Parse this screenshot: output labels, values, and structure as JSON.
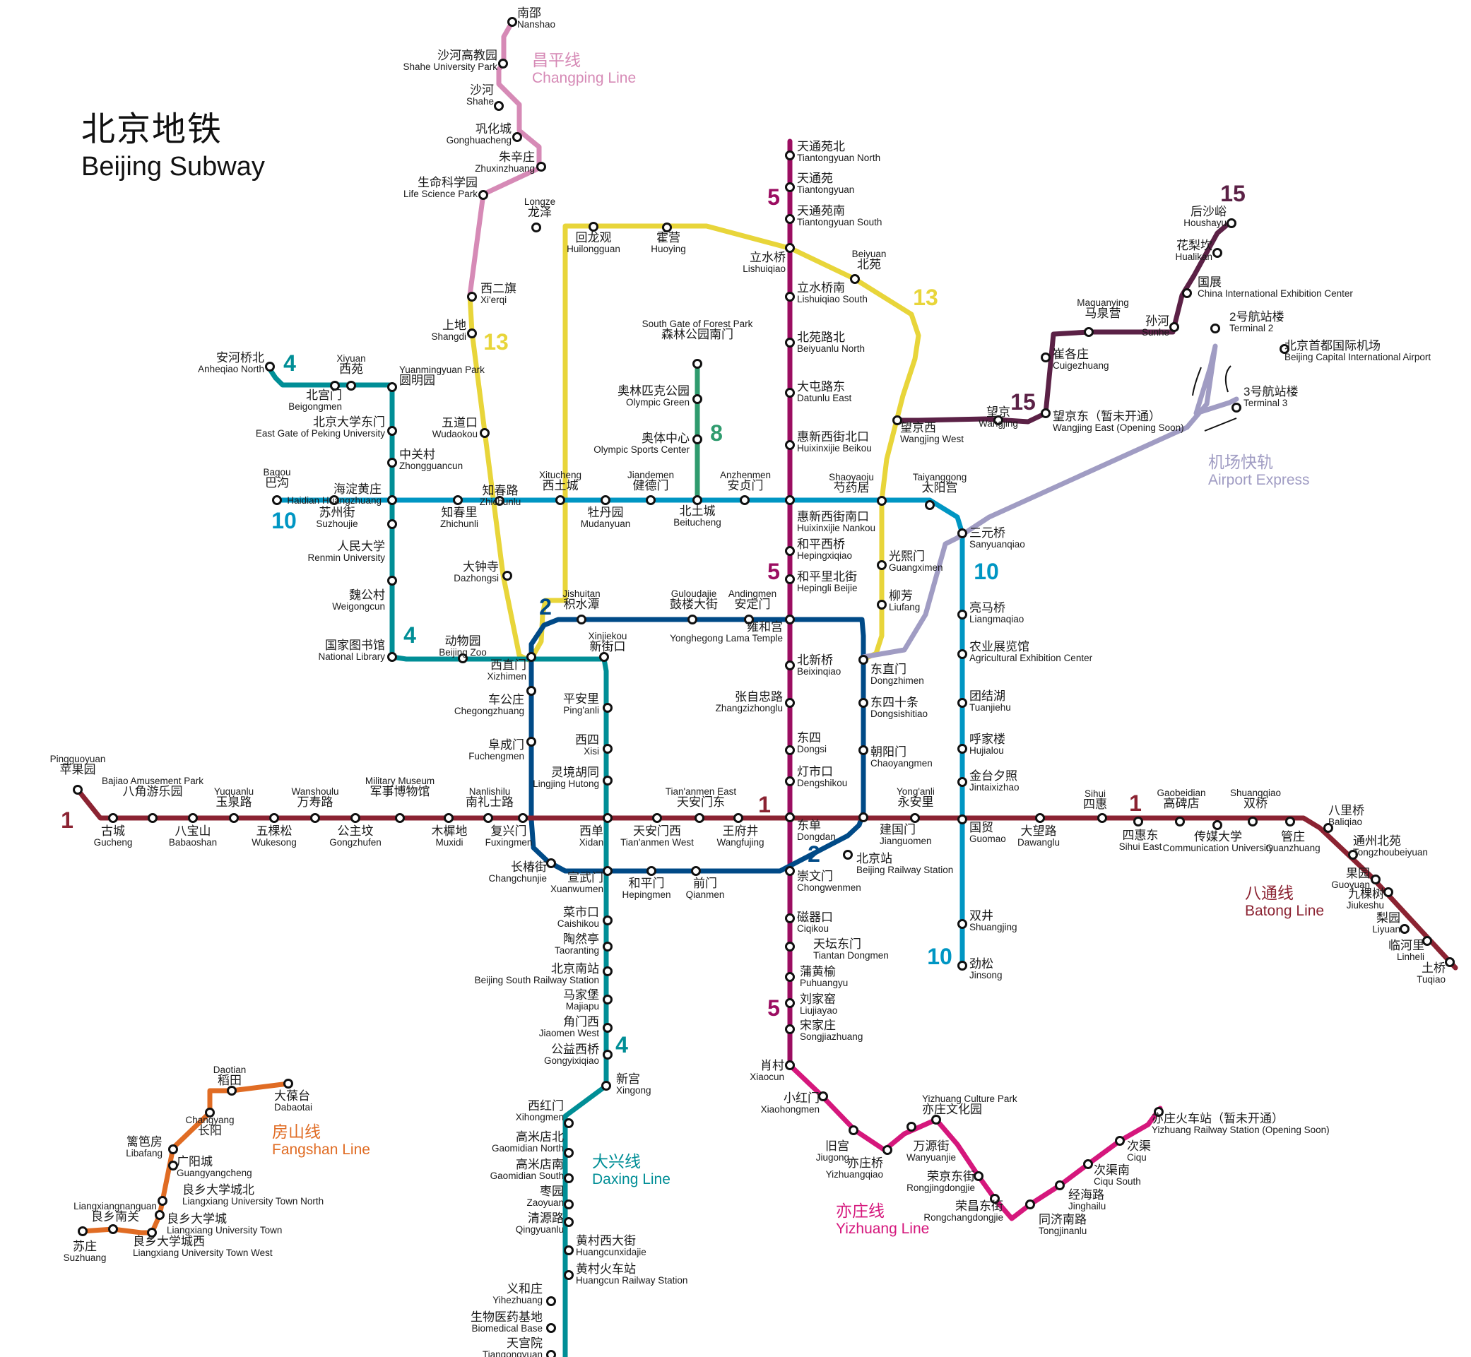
{
  "title": {
    "cn": "北京地铁",
    "en": "Beijing Subway"
  },
  "lines": [
    {
      "id": "line-1",
      "color": "#8b2332",
      "num": "1",
      "cn": "",
      "en": ""
    },
    {
      "id": "line-2",
      "color": "#004a87",
      "num": "2",
      "cn": "",
      "en": ""
    },
    {
      "id": "line-4",
      "color": "#008e96",
      "num": "4",
      "cn": "",
      "en": ""
    },
    {
      "id": "line-5",
      "color": "#9b0d61",
      "num": "5",
      "cn": "",
      "en": ""
    },
    {
      "id": "line-8",
      "color": "#2f9b6e",
      "num": "8",
      "cn": "",
      "en": ""
    },
    {
      "id": "line-10",
      "color": "#0096c3",
      "num": "10",
      "cn": "",
      "en": ""
    },
    {
      "id": "line-13",
      "color": "#e8d53a",
      "num": "13",
      "cn": "",
      "en": ""
    },
    {
      "id": "line-15",
      "color": "#5b2146",
      "num": "15",
      "cn": "",
      "en": ""
    },
    {
      "id": "changping",
      "color": "#d68ab6",
      "num": "",
      "cn": "昌平线",
      "en": "Changping Line"
    },
    {
      "id": "batong",
      "color": "#8b2332",
      "num": "",
      "cn": "八通线",
      "en": "Batong Line"
    },
    {
      "id": "daxing",
      "color": "#008e96",
      "num": "",
      "cn": "大兴线",
      "en": "Daxing Line"
    },
    {
      "id": "yizhuang",
      "color": "#d5177c",
      "num": "",
      "cn": "亦庄线",
      "en": "Yizhuang Line"
    },
    {
      "id": "fangshan",
      "color": "#e06c24",
      "num": "",
      "cn": "房山线",
      "en": "Fangshan Line"
    },
    {
      "id": "airport",
      "color": "#a09cc3",
      "num": "",
      "cn": "机场快轨",
      "en": "Airport Express"
    }
  ],
  "stations": [
    {
      "cn": "南邵",
      "en": "Nanshao"
    },
    {
      "cn": "沙河高教园",
      "en": "Shahe University Park"
    },
    {
      "cn": "沙河",
      "en": "Shahe"
    },
    {
      "cn": "巩化城",
      "en": "Gonghuacheng"
    },
    {
      "cn": "朱辛庄",
      "en": "Zhuxinzhuang"
    },
    {
      "cn": "生命科学园",
      "en": "Life Science Park"
    },
    {
      "cn": "龙泽",
      "en": "Longze"
    },
    {
      "cn": "回龙观",
      "en": "Huilongguan"
    },
    {
      "cn": "霍营",
      "en": "Huoying"
    },
    {
      "cn": "立水桥",
      "en": "Lishuiqiao"
    },
    {
      "cn": "北苑",
      "en": "Beiyuan"
    },
    {
      "cn": "天通苑北",
      "en": "Tiantongyuan North"
    },
    {
      "cn": "天通苑",
      "en": "Tiantongyuan"
    },
    {
      "cn": "天通苑南",
      "en": "Tiantongyuan South"
    },
    {
      "cn": "立水桥南",
      "en": "Lishuiqiao South"
    },
    {
      "cn": "北苑路北",
      "en": "Beiyuanlu North"
    },
    {
      "cn": "大屯路东",
      "en": "Datunlu East"
    },
    {
      "cn": "惠新西街北口",
      "en": "Huixinxijie Beikou"
    },
    {
      "cn": "惠新西街南口",
      "en": "Huixinxijie Nankou"
    },
    {
      "cn": "和平西桥",
      "en": "Hepingxiqiao"
    },
    {
      "cn": "和平里北街",
      "en": "Hepingli Beijie"
    },
    {
      "cn": "雍和宫",
      "en": "Yonghegong Lama Temple"
    },
    {
      "cn": "北新桥",
      "en": "Beixinqiao"
    },
    {
      "cn": "张自忠路",
      "en": "Zhangzizhonglu"
    },
    {
      "cn": "东四",
      "en": "Dongsi"
    },
    {
      "cn": "灯市口",
      "en": "Dengshikou"
    },
    {
      "cn": "东单",
      "en": "Dongdan"
    },
    {
      "cn": "崇文门",
      "en": "Chongwenmen"
    },
    {
      "cn": "磁器口",
      "en": "Ciqikou"
    },
    {
      "cn": "天坛东门",
      "en": "Tiantan Dongmen"
    },
    {
      "cn": "蒲黄榆",
      "en": "Puhuangyu"
    },
    {
      "cn": "刘家窑",
      "en": "Liujiayao"
    },
    {
      "cn": "宋家庄",
      "en": "Songjiazhuang"
    },
    {
      "cn": "西二旗",
      "en": "Xi'erqi"
    },
    {
      "cn": "上地",
      "en": "Shangdi"
    },
    {
      "cn": "五道口",
      "en": "Wudaokou"
    },
    {
      "cn": "知春路",
      "en": "Zhichunlu"
    },
    {
      "cn": "大钟寺",
      "en": "Dazhongsi"
    },
    {
      "cn": "西直门",
      "en": "Xizhimen"
    },
    {
      "cn": "望京西",
      "en": "Wangjing West"
    },
    {
      "cn": "芍药居",
      "en": "Shaoyaoju"
    },
    {
      "cn": "光熙门",
      "en": "Guangximen"
    },
    {
      "cn": "柳芳",
      "en": "Liufang"
    },
    {
      "cn": "东直门",
      "en": "Dongzhimen"
    },
    {
      "cn": "森林公园南门",
      "en": "South Gate of Forest Park"
    },
    {
      "cn": "奥林匹克公园",
      "en": "Olympic Green"
    },
    {
      "cn": "奥体中心",
      "en": "Olympic Sports Center"
    },
    {
      "cn": "北土城",
      "en": "Beitucheng"
    },
    {
      "cn": "巴沟",
      "en": "Bagou"
    },
    {
      "cn": "苏州街",
      "en": "Suzhoujie"
    },
    {
      "cn": "海淀黄庄",
      "en": "Haidian Huangzhuang"
    },
    {
      "cn": "知春里",
      "en": "Zhichunli"
    },
    {
      "cn": "西土城",
      "en": "Xitucheng"
    },
    {
      "cn": "牡丹园",
      "en": "Mudanyuan"
    },
    {
      "cn": "健德门",
      "en": "Jiandemen"
    },
    {
      "cn": "安贞门",
      "en": "Anzhenmen"
    },
    {
      "cn": "太阳宫",
      "en": "Taiyanggong"
    },
    {
      "cn": "三元桥",
      "en": "Sanyuanqiao"
    },
    {
      "cn": "亮马桥",
      "en": "Liangmaqiao"
    },
    {
      "cn": "农业展览馆",
      "en": "Agricultural Exhibition Center"
    },
    {
      "cn": "团结湖",
      "en": "Tuanjiehu"
    },
    {
      "cn": "呼家楼",
      "en": "Hujialou"
    },
    {
      "cn": "金台夕照",
      "en": "Jintaixizhao"
    },
    {
      "cn": "国贸",
      "en": "Guomao"
    },
    {
      "cn": "双井",
      "en": "Shuangjing"
    },
    {
      "cn": "劲松",
      "en": "Jinsong"
    },
    {
      "cn": "安河桥北",
      "en": "Anheqiao North"
    },
    {
      "cn": "北宫门",
      "en": "Beigongmen"
    },
    {
      "cn": "西苑",
      "en": "Xiyuan"
    },
    {
      "cn": "圆明园",
      "en": "Yuanmingyuan Park"
    },
    {
      "cn": "北京大学东门",
      "en": "East Gate of Peking University"
    },
    {
      "cn": "中关村",
      "en": "Zhongguancun"
    },
    {
      "cn": "人民大学",
      "en": "Renmin University"
    },
    {
      "cn": "魏公村",
      "en": "Weigongcun"
    },
    {
      "cn": "国家图书馆",
      "en": "National Library"
    },
    {
      "cn": "动物园",
      "en": "Beijing Zoo"
    },
    {
      "cn": "新街口",
      "en": "Xinjiekou"
    },
    {
      "cn": "平安里",
      "en": "Ping'anli"
    },
    {
      "cn": "西四",
      "en": "Xisi"
    },
    {
      "cn": "灵境胡同",
      "en": "Lingjing Hutong"
    },
    {
      "cn": "西单",
      "en": "Xidan"
    },
    {
      "cn": "宣武门",
      "en": "Xuanwumen"
    },
    {
      "cn": "菜市口",
      "en": "Caishikou"
    },
    {
      "cn": "陶然亭",
      "en": "Taoranting"
    },
    {
      "cn": "北京南站",
      "en": "Beijing South Railway Station"
    },
    {
      "cn": "马家堡",
      "en": "Majiapu"
    },
    {
      "cn": "角门西",
      "en": "Jiaomen West"
    },
    {
      "cn": "公益西桥",
      "en": "Gongyixiqiao"
    },
    {
      "cn": "新宫",
      "en": "Xingong"
    },
    {
      "cn": "西红门",
      "en": "Xihongmen"
    },
    {
      "cn": "高米店北",
      "en": "Gaomidian North"
    },
    {
      "cn": "高米店南",
      "en": "Gaomidian South"
    },
    {
      "cn": "枣园",
      "en": "Zaoyuan"
    },
    {
      "cn": "清源路",
      "en": "Qingyuanlu"
    },
    {
      "cn": "黄村西大街",
      "en": "Huangcunxidajie"
    },
    {
      "cn": "黄村火车站",
      "en": "Huangcun Railway Station"
    },
    {
      "cn": "义和庄",
      "en": "Yihezhuang"
    },
    {
      "cn": "生物医药基地",
      "en": "Biomedical Base"
    },
    {
      "cn": "天宫院",
      "en": "Tiangongyuan"
    },
    {
      "cn": "积水潭",
      "en": "Jishuitan"
    },
    {
      "cn": "鼓楼大街",
      "en": "Guloudajie"
    },
    {
      "cn": "安定门",
      "en": "Andingmen"
    },
    {
      "cn": "东四十条",
      "en": "Dongsishitiao"
    },
    {
      "cn": "朝阳门",
      "en": "Chaoyangmen"
    },
    {
      "cn": "建国门",
      "en": "Jianguomen"
    },
    {
      "cn": "北京站",
      "en": "Beijing Railway Station"
    },
    {
      "cn": "前门",
      "en": "Qianmen"
    },
    {
      "cn": "和平门",
      "en": "Hepingmen"
    },
    {
      "cn": "长椿街",
      "en": "Changchunjie"
    },
    {
      "cn": "复兴门",
      "en": "Fuxingmen"
    },
    {
      "cn": "阜成门",
      "en": "Fuchengmen"
    },
    {
      "cn": "车公庄",
      "en": "Chegongzhuang"
    },
    {
      "cn": "苹果园",
      "en": "Pingguoyuan"
    },
    {
      "cn": "古城",
      "en": "Gucheng"
    },
    {
      "cn": "八角游乐园",
      "en": "Bajiao Amusement Park"
    },
    {
      "cn": "八宝山",
      "en": "Babaoshan"
    },
    {
      "cn": "玉泉路",
      "en": "Yuquanlu"
    },
    {
      "cn": "五棵松",
      "en": "Wukesong"
    },
    {
      "cn": "万寿路",
      "en": "Wanshoulu"
    },
    {
      "cn": "公主坟",
      "en": "Gongzhufen"
    },
    {
      "cn": "军事博物馆",
      "en": "Military Museum"
    },
    {
      "cn": "木樨地",
      "en": "Muxidi"
    },
    {
      "cn": "南礼士路",
      "en": "Nanlishilu"
    },
    {
      "cn": "天安门西",
      "en": "Tian'anmen West"
    },
    {
      "cn": "天安门东",
      "en": "Tian'anmen East"
    },
    {
      "cn": "王府井",
      "en": "Wangfujing"
    },
    {
      "cn": "永安里",
      "en": "Yong'anli"
    },
    {
      "cn": "大望路",
      "en": "Dawanglu"
    },
    {
      "cn": "四惠",
      "en": "Sihui"
    },
    {
      "cn": "四惠东",
      "en": "Sihui East"
    },
    {
      "cn": "高碑店",
      "en": "Gaobeidian"
    },
    {
      "cn": "传媒大学",
      "en": "Communication University"
    },
    {
      "cn": "双桥",
      "en": "Shuangqiao"
    },
    {
      "cn": "管庄",
      "en": "Guanzhuang"
    },
    {
      "cn": "八里桥",
      "en": "Baliqiao"
    },
    {
      "cn": "通州北苑",
      "en": "Tongzhoubeiyuan"
    },
    {
      "cn": "果园",
      "en": "Guoyuan"
    },
    {
      "cn": "九棵树",
      "en": "Jiukeshu"
    },
    {
      "cn": "梨园",
      "en": "Liyuan"
    },
    {
      "cn": "临河里",
      "en": "Linheli"
    },
    {
      "cn": "土桥",
      "en": "Tuqiao"
    },
    {
      "cn": "后沙峪",
      "en": "Houshayu"
    },
    {
      "cn": "花梨坎",
      "en": "Hualikan"
    },
    {
      "cn": "国展",
      "en": "China International Exhibition Center"
    },
    {
      "cn": "孙河",
      "en": "Sunhe"
    },
    {
      "cn": "马泉营",
      "en": "Maquanying"
    },
    {
      "cn": "崔各庄",
      "en": "Cuigezhuang"
    },
    {
      "cn": "望京东（暂未开通）",
      "en": "Wangjing East (Opening Soon)"
    },
    {
      "cn": "望京",
      "en": "Wangjing"
    },
    {
      "cn": "2号航站楼",
      "en": "Terminal 2"
    },
    {
      "cn": "3号航站楼",
      "en": "Terminal 3"
    },
    {
      "cn": "北京首都国际机场",
      "en": "Beijing Capital International Airport"
    },
    {
      "cn": "肖村",
      "en": "Xiaocun"
    },
    {
      "cn": "小红门",
      "en": "Xiaohongmen"
    },
    {
      "cn": "旧宫",
      "en": "Jiugong"
    },
    {
      "cn": "亦庄桥",
      "en": "Yizhuangqiao"
    },
    {
      "cn": "亦庄文化园",
      "en": "Yizhuang Culture Park"
    },
    {
      "cn": "万源街",
      "en": "Wanyuanjie"
    },
    {
      "cn": "荣京东街",
      "en": "Rongjingdongjie"
    },
    {
      "cn": "荣昌东街",
      "en": "Rongchangdongjie"
    },
    {
      "cn": "同济南路",
      "en": "Tongjinanlu"
    },
    {
      "cn": "经海路",
      "en": "Jinghailu"
    },
    {
      "cn": "次渠南",
      "en": "Ciqu South"
    },
    {
      "cn": "次渠",
      "en": "Ciqu"
    },
    {
      "cn": "亦庄火车站（暂未开通）",
      "en": "Yizhuang Railway Station (Opening Soon)"
    },
    {
      "cn": "稻田",
      "en": "Daotian"
    },
    {
      "cn": "大葆台",
      "en": "Dabaotai"
    },
    {
      "cn": "长阳",
      "en": "Changyang"
    },
    {
      "cn": "篱笆房",
      "en": "Libafang"
    },
    {
      "cn": "广阳城",
      "en": "Guangyangcheng"
    },
    {
      "cn": "良乡大学城北",
      "en": "Liangxiang University Town North"
    },
    {
      "cn": "良乡大学城",
      "en": "Liangxiang University Town"
    },
    {
      "cn": "良乡大学城西",
      "en": "Liangxiang University Town West"
    },
    {
      "cn": "良乡南关",
      "en": "Liangxiangnanguan"
    },
    {
      "cn": "苏庄",
      "en": "Suzhuang"
    }
  ]
}
